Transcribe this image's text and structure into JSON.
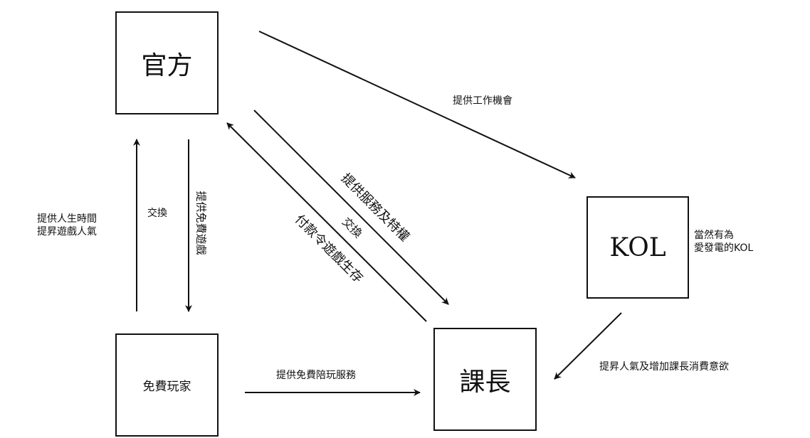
{
  "diagram": {
    "nodes": {
      "official": {
        "label": "官方"
      },
      "kol": {
        "label": "KOL"
      },
      "whale": {
        "label": "課長"
      },
      "free_player": {
        "label": "免費玩家"
      }
    },
    "edges": [
      {
        "from": "official",
        "to": "kol",
        "label": "提供工作機會"
      },
      {
        "from": "official",
        "to": "whale",
        "label": "提供服務及特權"
      },
      {
        "from": "whale",
        "to": "official",
        "label": "付款令遊戲生存"
      },
      {
        "from": "official",
        "to": "free_player",
        "label": "提供免費遊戲"
      },
      {
        "from": "free_player",
        "to": "official",
        "label": "提供人生時間 提昇遊戲人氣"
      },
      {
        "from": "kol",
        "to": "whale",
        "label": "提昇人氣及增加課長消費意欲"
      },
      {
        "from": "free_player",
        "to": "whale",
        "label": "提供免費陪玩服務"
      }
    ],
    "labels": {
      "job_offer": "提供工作機會",
      "service_privilege": "提供服務及特權",
      "exchange_diag": "交換",
      "pay_survive": "付款令遊戲生存",
      "exchange_vert": "交換",
      "free_game": "提供免費遊戲",
      "life_time_line1": "提供人生時間",
      "life_time_line2": "提昇遊戲人氣",
      "kol_note_line1": "當然有為",
      "kol_note_line2": "愛發電的KOL",
      "boost_spending": "提昇人氣及增加課長消費意欲",
      "free_companion": "提供免費陪玩服務"
    }
  }
}
